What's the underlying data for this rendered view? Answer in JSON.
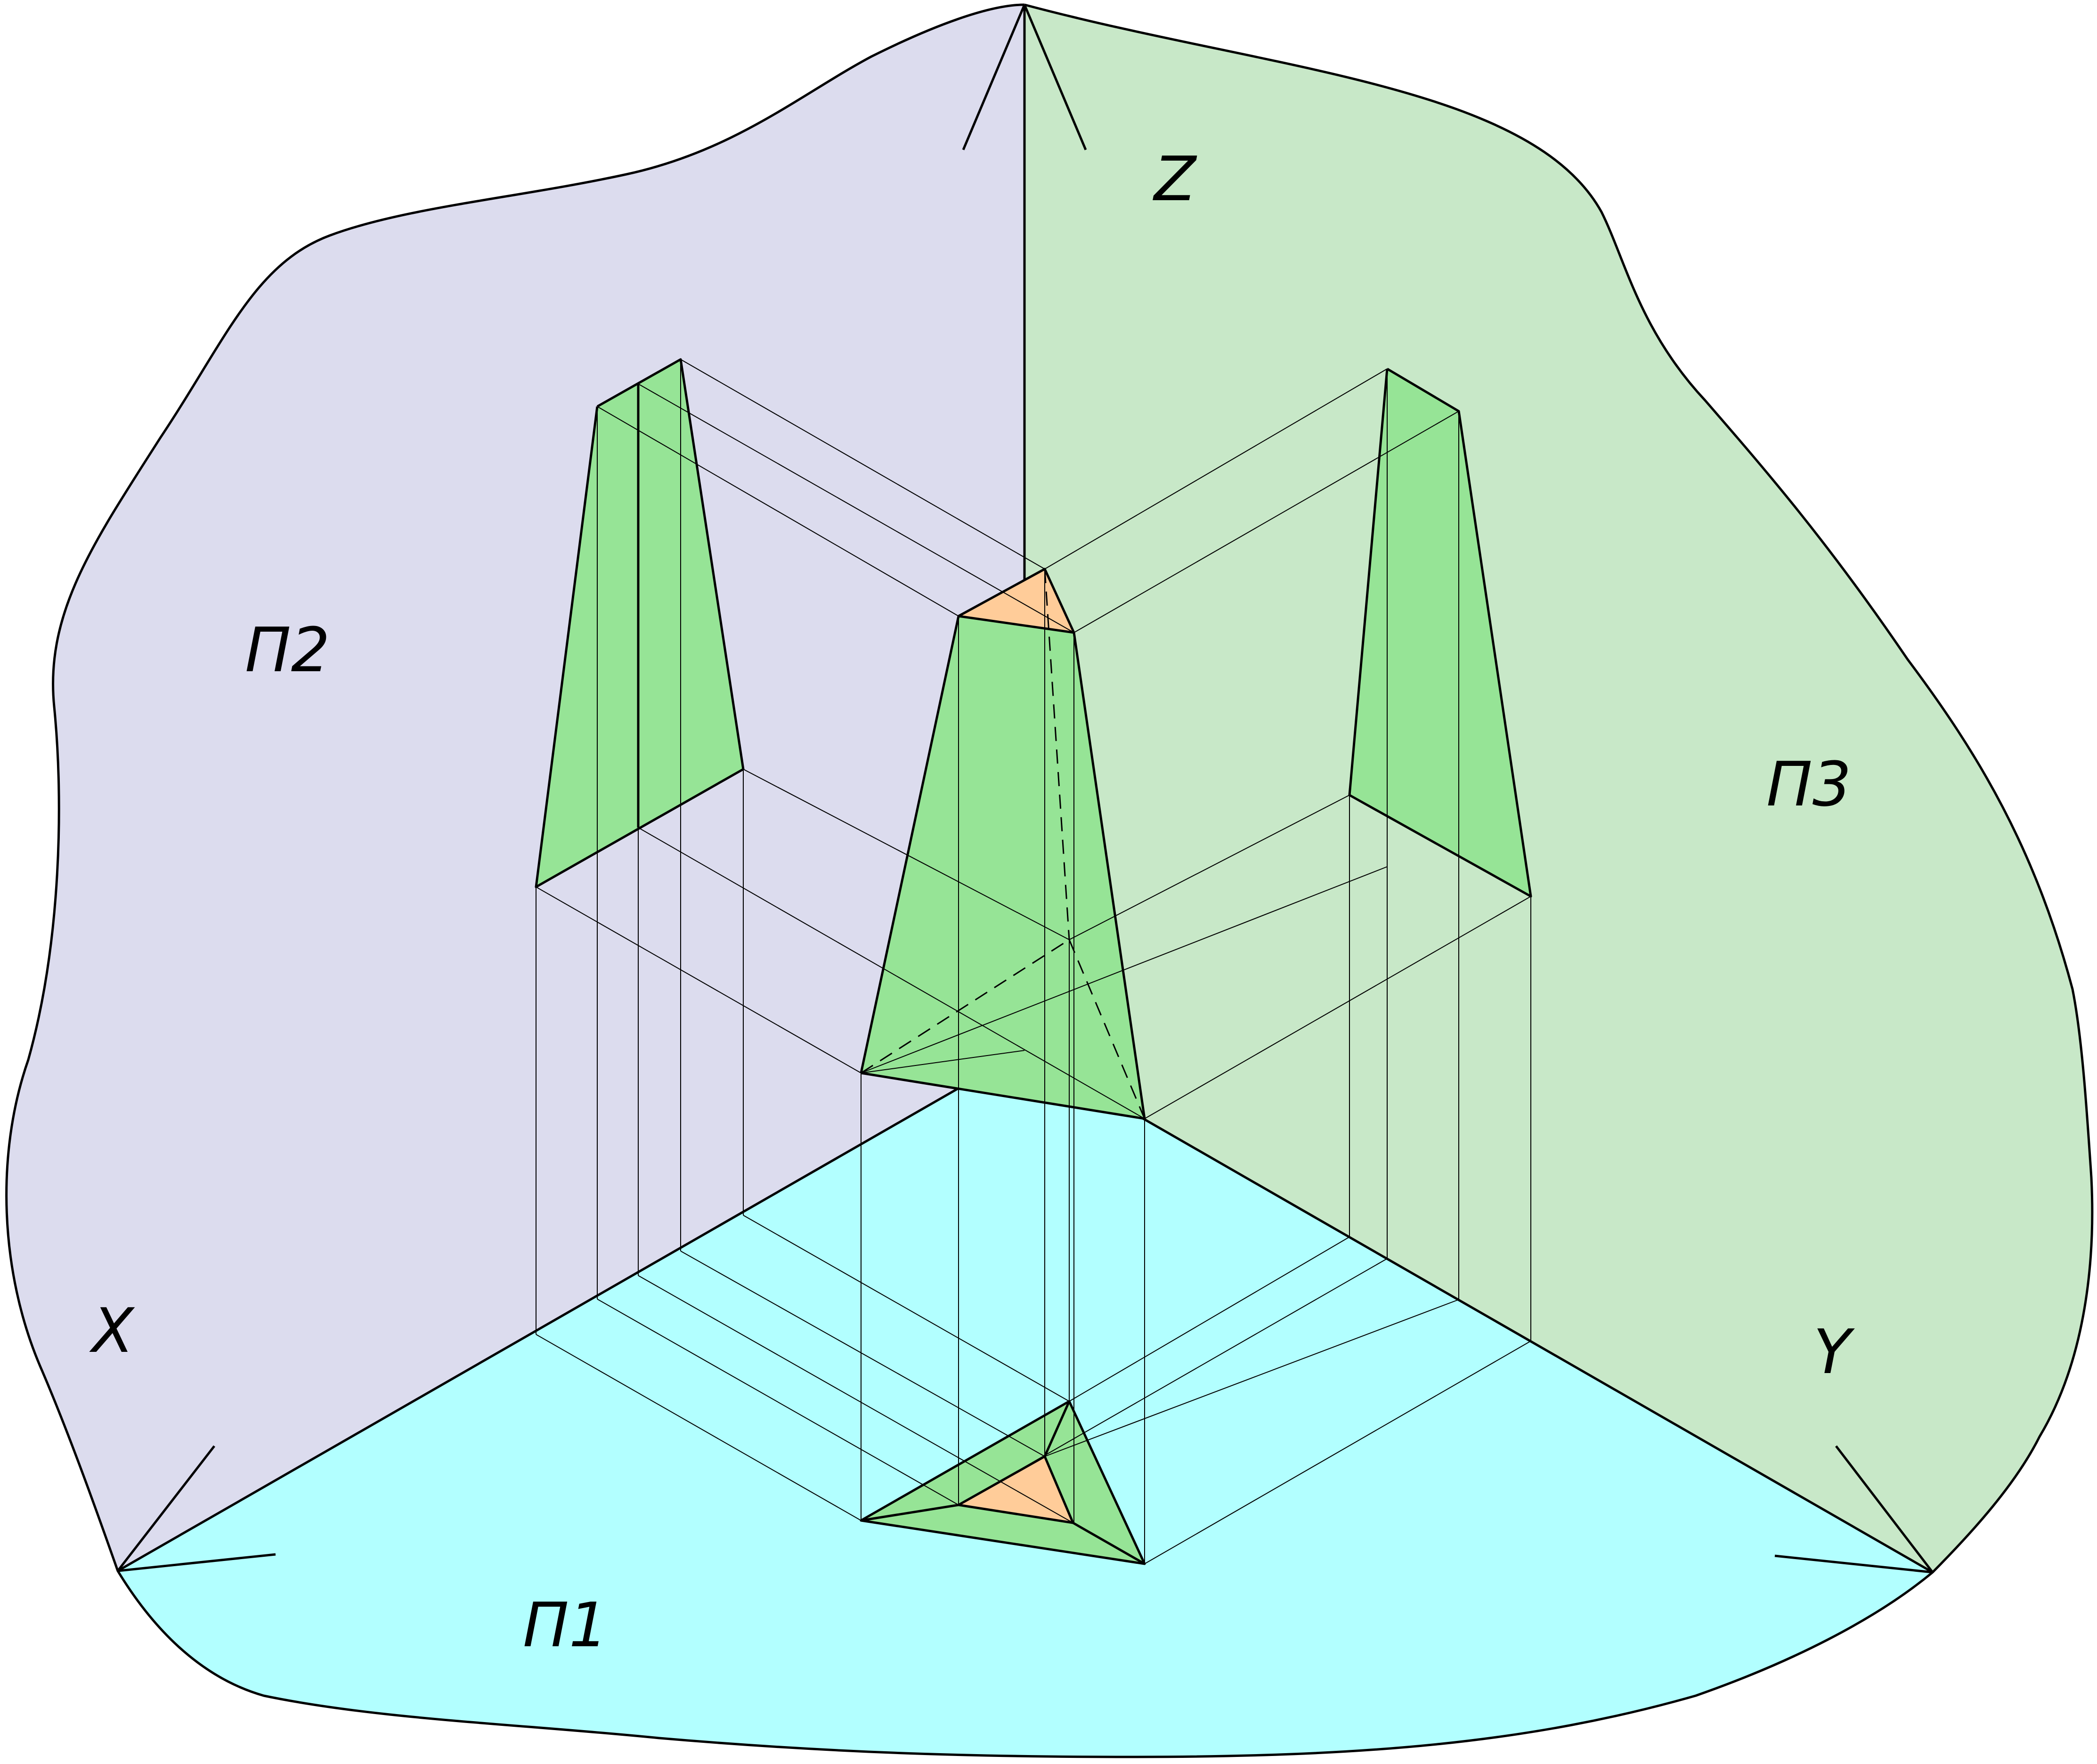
{
  "labels": {
    "axis_x": "X",
    "axis_y": "Y",
    "axis_z": "Z",
    "plane_p1": "П1",
    "plane_p2": "П2",
    "plane_p3": "П3"
  },
  "colors": {
    "plane_p1": "#b2ffff",
    "plane_p2": "#dcdcee",
    "plane_p3": "#c8e8c8",
    "solid_face": "#96e496",
    "top_face": "#ffcc99",
    "line": "#000000"
  }
}
